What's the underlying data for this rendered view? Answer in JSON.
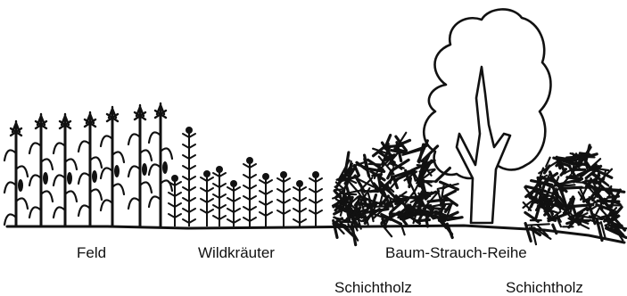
{
  "labels": {
    "feld": "Feld",
    "wildkraeuter": "Wildkräuter",
    "baum_strauch_reihe": "Baum-Strauch-Reihe",
    "schichtholz_left": "Schichtholz",
    "schichtholz_right": "Schichtholz"
  },
  "colors": {
    "ink": "#111111",
    "background": "#ffffff"
  }
}
